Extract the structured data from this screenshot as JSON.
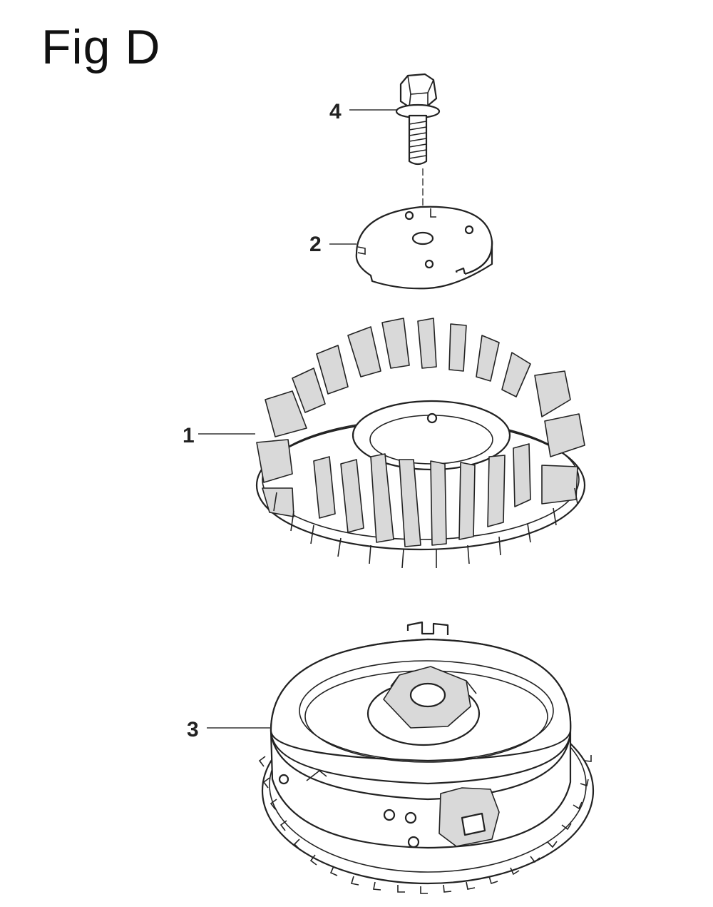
{
  "figure": {
    "title": "Fig D"
  },
  "callouts": [
    {
      "number": "4",
      "part": "flange-bolt"
    },
    {
      "number": "2",
      "part": "washer-plate"
    },
    {
      "number": "1",
      "part": "cooling-fan"
    },
    {
      "number": "3",
      "part": "flywheel"
    }
  ]
}
